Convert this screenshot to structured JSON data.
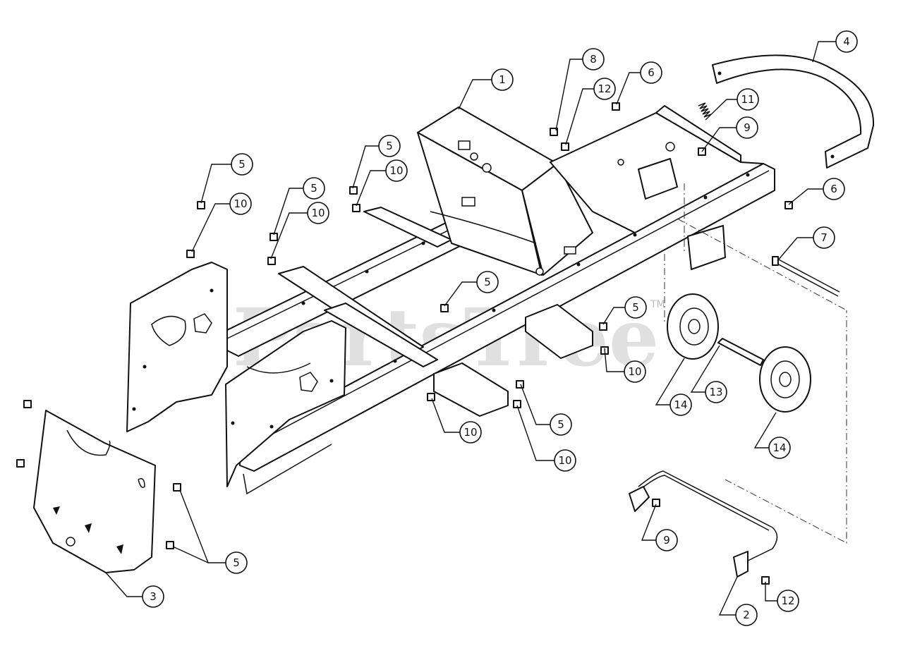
{
  "diagram": {
    "watermark": {
      "text": "PartsTree",
      "trademark": "TM"
    },
    "callout_labels": [
      "1",
      "8",
      "6",
      "4",
      "11",
      "12",
      "9",
      "5",
      "10",
      "5",
      "10",
      "5",
      "10",
      "6",
      "7",
      "5",
      "5",
      "10",
      "10",
      "5",
      "10",
      "14",
      "13",
      "14",
      "9",
      "12",
      "2",
      "3",
      "5"
    ]
  },
  "colors": {
    "line": "#111111",
    "background": "#ffffff",
    "watermark": "#c8c8c8"
  }
}
